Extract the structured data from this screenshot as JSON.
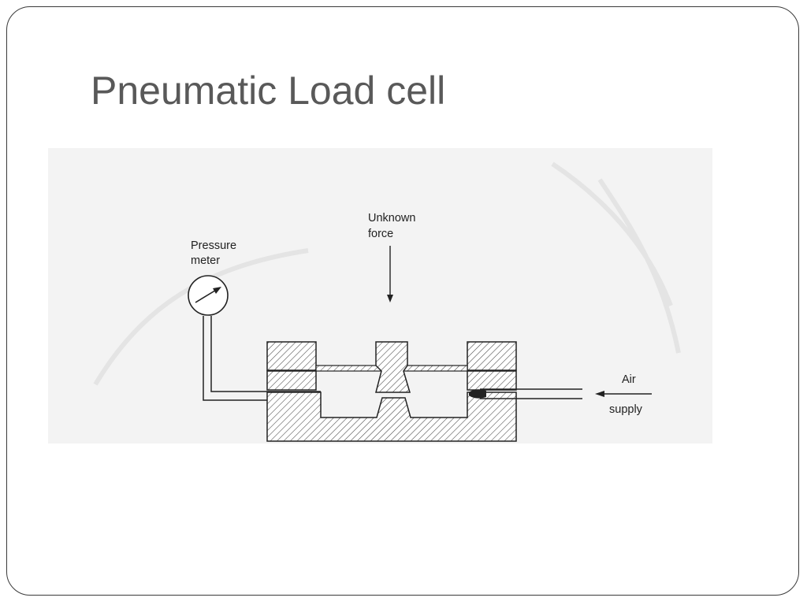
{
  "slide": {
    "title": "Pneumatic Load cell"
  },
  "diagram": {
    "labels": {
      "force_line1": "Unknown",
      "force_line2": "force",
      "meter_line1": "Pressure",
      "meter_line2": "meter",
      "air_line1": "Air",
      "air_line2": "supply"
    },
    "icons": {
      "gauge": "pressure-gauge-icon",
      "force_arrow": "down-arrow-icon",
      "air_arrow": "left-arrow-icon"
    },
    "colors": {
      "title": "#595959",
      "ink": "#222222",
      "figure_background": "#f3f3f3"
    }
  }
}
